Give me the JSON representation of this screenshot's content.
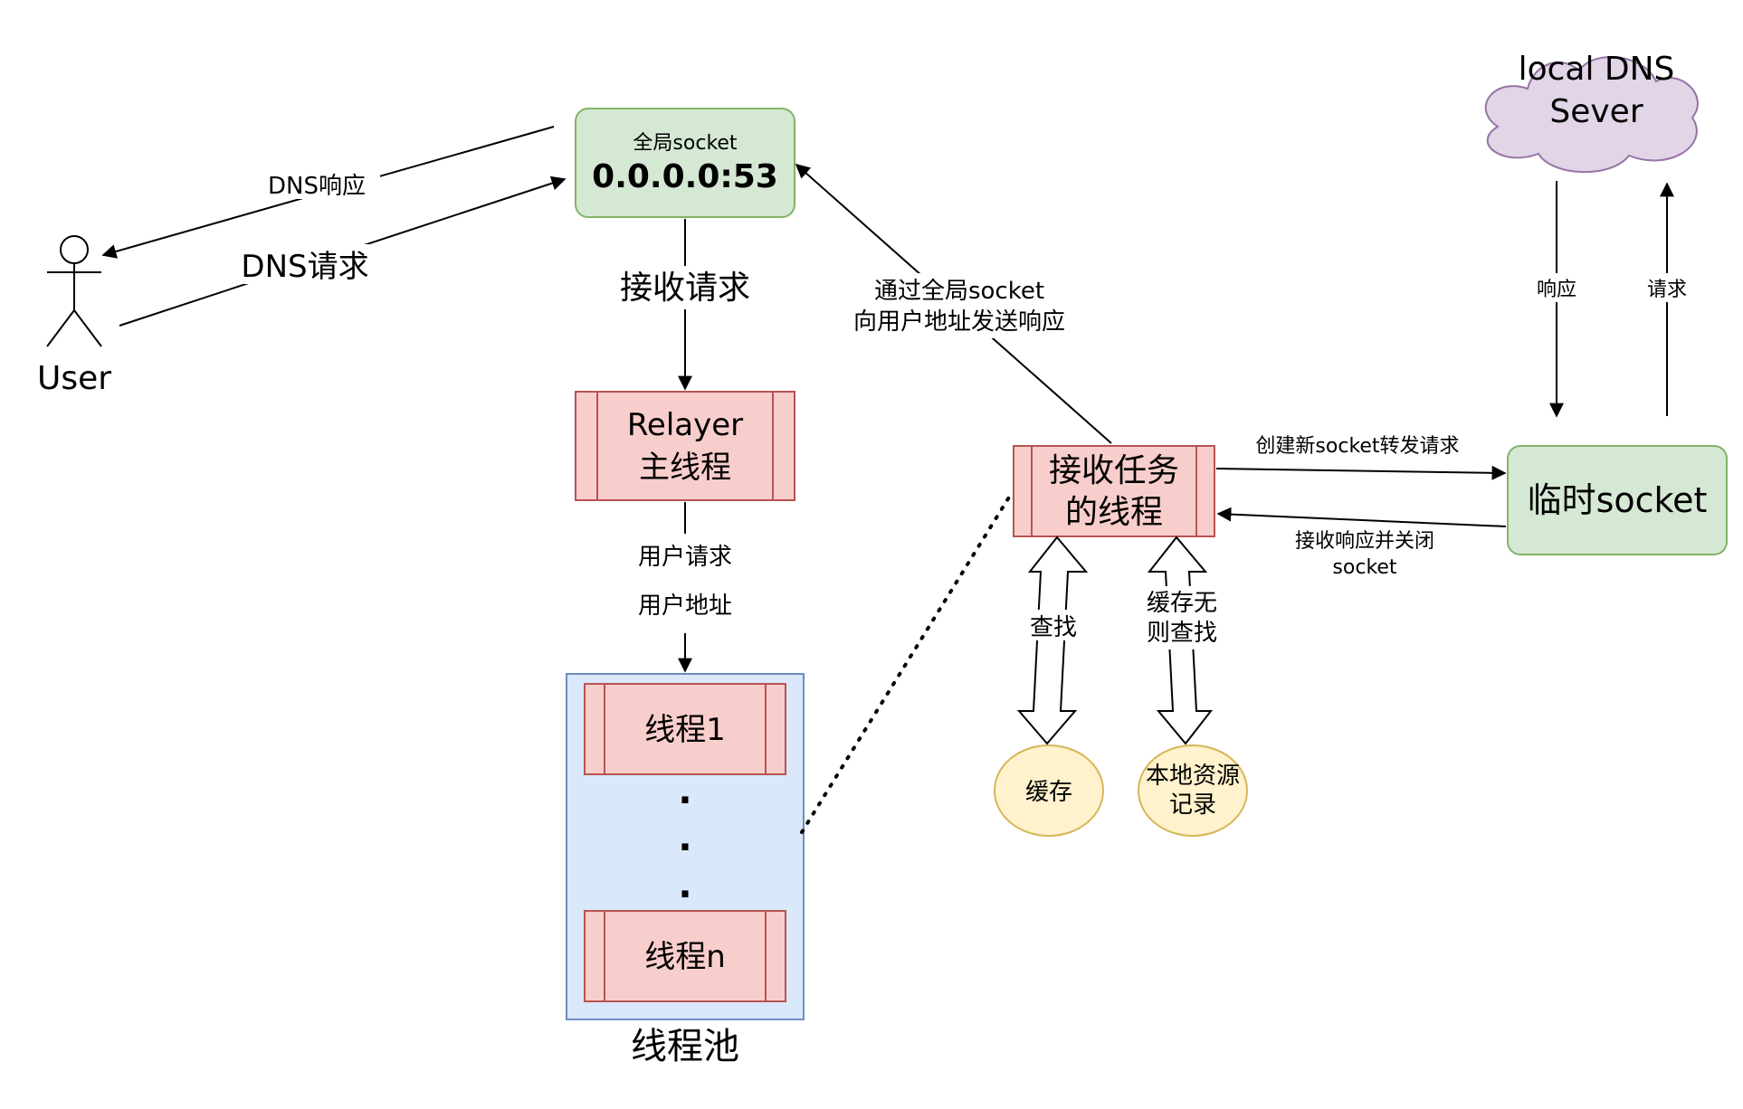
{
  "user": {
    "label": "User"
  },
  "global_socket": {
    "caption": "全局socket",
    "address": "0.0.0.0:53"
  },
  "relayer": {
    "line1": "Relayer",
    "line2": "主线程"
  },
  "thread_pool": {
    "title": "线程池",
    "thread1": "线程1",
    "threadn": "线程n",
    "dot1": ".",
    "dot2": ".",
    "dot3": "."
  },
  "receiver_thread": {
    "line1": "接收任务",
    "line2": "的线程"
  },
  "temp_socket": {
    "label": "临时socket"
  },
  "local_dns": {
    "line1": "local DNS",
    "line2": "Sever"
  },
  "cache": {
    "label": "缓存"
  },
  "local_records": {
    "line1": "本地资源",
    "line2": "记录"
  },
  "edges": {
    "dns_response": "DNS响应",
    "dns_request": "DNS请求",
    "receive_request": "接收请求",
    "user_request": "用户请求",
    "user_address": "用户地址",
    "send_response_line1": "通过全局socket",
    "send_response_line2": "向用户地址发送响应",
    "forward_request": "创建新socket转发请求",
    "receive_response_line1": "接收响应并关闭",
    "receive_response_line2": "socket",
    "upstream_response": "响应",
    "upstream_request": "请求",
    "lookup": "查找",
    "fallback_line1": "缓存无",
    "fallback_line2": "则查找"
  },
  "colors": {
    "green_fill": "#d5e8d4",
    "green_stroke": "#82b366",
    "red_fill": "#f8cecc",
    "red_stroke": "#b85450",
    "blue_fill": "#dae8fc",
    "blue_stroke": "#6c8ebf",
    "yellow_fill": "#fff2cc",
    "yellow_stroke": "#d6b656",
    "purple_fill": "#e1d5e7",
    "purple_stroke": "#9673a6"
  }
}
